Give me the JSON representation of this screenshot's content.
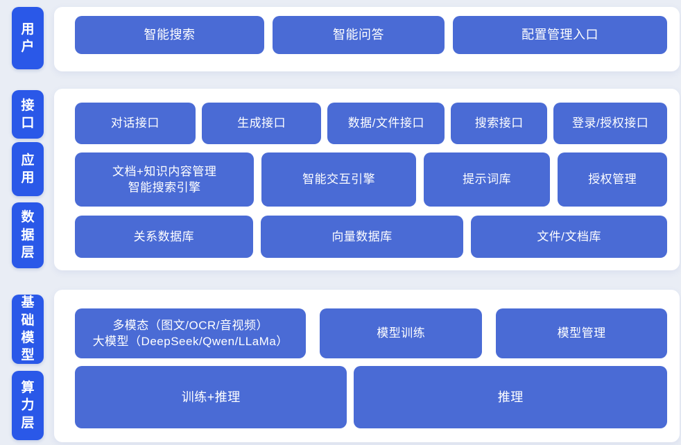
{
  "colors": {
    "background": "#e9edf5",
    "panel": "#ffffff",
    "layer_label_blue": "#2a58e8",
    "node_blue": "#4a6bd5",
    "text": "#ffffff"
  },
  "layers": {
    "user": {
      "sidebar": "用户",
      "buttons": {
        "smart_search": "智能搜索",
        "smart_qa": "智能问答",
        "config_entry": "配置管理入口"
      }
    },
    "interface": {
      "sidebar": "接口",
      "buttons": {
        "dialog_api": "对话接口",
        "generation_api": "生成接口",
        "data_file_api": "数据/文件接口",
        "search_api": "搜索接口",
        "login_auth_api": "登录/授权接口"
      }
    },
    "application": {
      "sidebar": "应用",
      "buttons": {
        "doc_knowledge": {
          "line1": "文档+知识内容管理",
          "line2": "智能搜索引擎"
        },
        "interaction_engine": "智能交互引擎",
        "prompt_library": "提示词库",
        "authorization_mgmt": "授权管理"
      }
    },
    "data_layer": {
      "sidebar": "数据层",
      "buttons": {
        "relational_db": "关系数据库",
        "vector_db": "向量数据库",
        "file_doc_store": "文件/文档库"
      }
    },
    "foundation_model": {
      "sidebar": "基础模型",
      "buttons": {
        "multimodal_llm": {
          "line1": "多模态（图文/OCR/音视频）",
          "line2": "大模型（DeepSeek/Qwen/LLaMa）"
        },
        "model_training": "模型训练",
        "model_management": "模型管理"
      }
    },
    "compute_layer": {
      "sidebar": "算力层",
      "buttons": {
        "training_inference": "训练+推理",
        "inference": "推理"
      }
    }
  }
}
